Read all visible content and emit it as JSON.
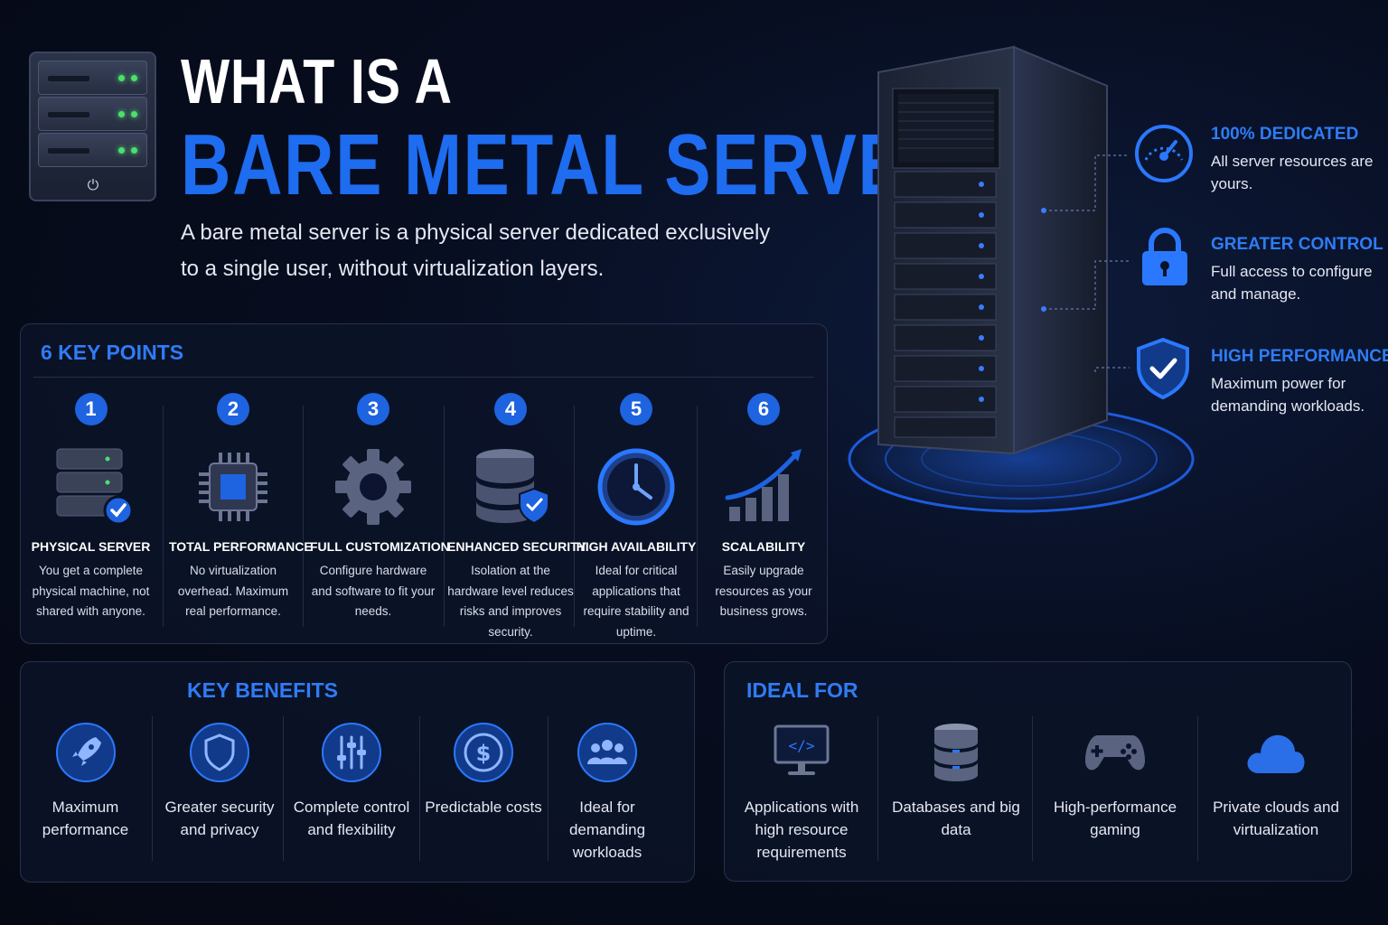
{
  "header": {
    "title_line1": "WHAT IS A",
    "title_line2": "BARE METAL SERVER?",
    "subtitle": "A bare metal server is a physical server dedicated exclusively to a single user, without virtualization layers."
  },
  "features": [
    {
      "title": "100% DEDICATED",
      "desc": "All server resources are yours.",
      "icon": "speedometer-icon"
    },
    {
      "title": "GREATER CONTROL",
      "desc": "Full access to configure and manage.",
      "icon": "lock-icon"
    },
    {
      "title": "HIGH PERFORMANCE",
      "desc": "Maximum power for demanding workloads.",
      "icon": "shield-check-icon"
    }
  ],
  "key_points": {
    "title": "6 KEY POINTS",
    "items": [
      {
        "num": "1",
        "name": "PHYSICAL SERVER",
        "desc": "You get a complete physical machine, not shared with anyone.",
        "icon": "server-check-icon"
      },
      {
        "num": "2",
        "name": "TOTAL PERFORMANCE",
        "desc": "No virtualization overhead. Maximum real performance.",
        "icon": "cpu-chip-icon"
      },
      {
        "num": "3",
        "name": "FULL CUSTOMIZATION",
        "desc": "Configure hardware and software to fit your needs.",
        "icon": "gear-icon"
      },
      {
        "num": "4",
        "name": "ENHANCED SECURITY",
        "desc": "Isolation at the hardware level reduces risks and improves security.",
        "icon": "database-shield-icon"
      },
      {
        "num": "5",
        "name": "HIGH AVAILABILITY",
        "desc": "Ideal for critical applications that require stability and uptime.",
        "icon": "clock-icon"
      },
      {
        "num": "6",
        "name": "SCALABILITY",
        "desc": "Easily upgrade resources as your business grows.",
        "icon": "growth-chart-icon"
      }
    ]
  },
  "key_benefits": {
    "title": "KEY BENEFITS",
    "items": [
      {
        "label": "Maximum performance",
        "icon": "rocket-icon"
      },
      {
        "label": "Greater security and privacy",
        "icon": "shield-icon"
      },
      {
        "label": "Complete control and flexibility",
        "icon": "sliders-icon"
      },
      {
        "label": "Predictable costs",
        "icon": "dollar-icon"
      },
      {
        "label": "Ideal for demanding workloads",
        "icon": "users-icon"
      }
    ]
  },
  "ideal_for": {
    "title": "IDEAL FOR",
    "items": [
      {
        "label": "Applications with high resource requirements",
        "icon": "code-monitor-icon"
      },
      {
        "label": "Databases and big data",
        "icon": "database-icon"
      },
      {
        "label": "High-performance gaming",
        "icon": "gamepad-icon"
      },
      {
        "label": "Private clouds and virtualization",
        "icon": "cloud-icon"
      }
    ]
  },
  "colors": {
    "accent": "#1e6cf0",
    "background": "#070d1f",
    "led": "#4be06a"
  }
}
